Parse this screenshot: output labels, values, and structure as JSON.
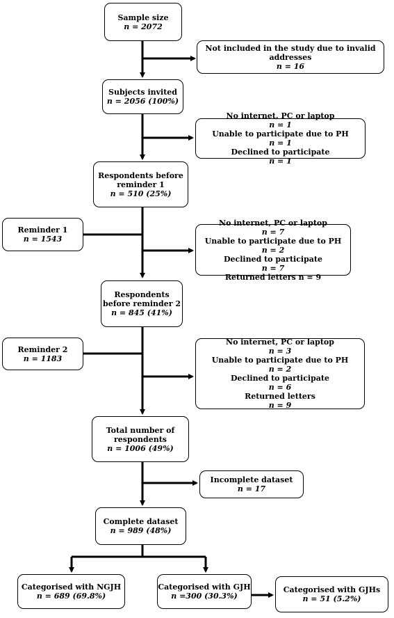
{
  "boxes": {
    "sample": {
      "title": "Sample size",
      "n": "n = 2072"
    },
    "excluded": {
      "line1": "Not included in the study due to invalid",
      "line2": "addresses",
      "n": "n = 16"
    },
    "invited": {
      "title": "Subjects invited",
      "n": "n = 2056 (100%)"
    },
    "excl2": {
      "l1": "No internet, PC or laptop",
      "n1": "n = 1",
      "l2": "Unable to participate due to PH",
      "n2": "n = 1",
      "l3": "Declined to participate",
      "n3": "n = 1"
    },
    "resp1": {
      "line1": "Respondents before",
      "line2": "reminder 1",
      "n": "n = 510 (25%)"
    },
    "rem1": {
      "title": "Reminder 1",
      "n": "n = 1543"
    },
    "excl3": {
      "l1": "No internet, PC or laptop",
      "n1": "n = 7",
      "l2": "Unable to participate due to PH",
      "n2": "n = 2",
      "l3": "Declined to participate",
      "n3": "n = 7",
      "l4": "Returned letters n = 9"
    },
    "resp2": {
      "line1": "Respondents",
      "line2": "before reminder 2",
      "n": "n = 845 (41%)"
    },
    "rem2": {
      "title": "Reminder 2",
      "n": "n = 1183"
    },
    "excl4": {
      "l1": "No internet, PC or laptop",
      "n1": "n = 3",
      "l2": "Unable to participate due to PH",
      "n2": "n = 2",
      "l3": "Declined to participate",
      "n3": "n = 6",
      "l4": "Returned letters",
      "n4": "n = 9"
    },
    "total": {
      "line1": "Total number of",
      "line2": "respondents",
      "n": "n = 1006 (49%)"
    },
    "incomplete": {
      "title": "Incomplete dataset",
      "n": "n = 17"
    },
    "complete": {
      "title": "Complete dataset",
      "n": "n = 989 (48%)"
    },
    "ngjh": {
      "title": "Categorised with NGJH",
      "n": "n = 689 (69.8%)"
    },
    "gjh": {
      "title": "Categorised with GJH",
      "n": "n =300 (30.3%)"
    },
    "gjhs": {
      "title": "Categorised with GJHs",
      "n": "n = 51 (5.2%)"
    }
  }
}
